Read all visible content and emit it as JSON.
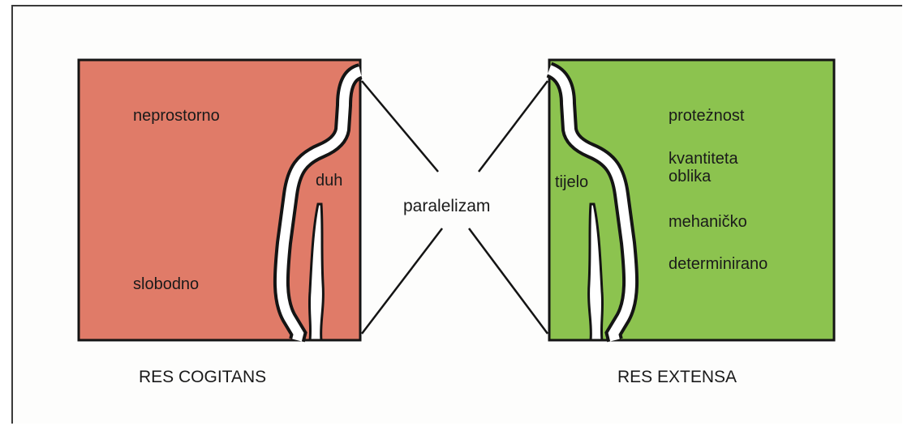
{
  "colors": {
    "left_panel": "#e07b68",
    "right_panel": "#8cc34f",
    "outline": "#141414",
    "background": "#fdfdfc"
  },
  "left": {
    "label_top": "neprostorno",
    "label_bottom": "slobodno",
    "body_label": "duh",
    "caption": "RES COGITANS"
  },
  "center": {
    "label": "paralelizam"
  },
  "right": {
    "body_label": "tijelo",
    "attributes": [
      "proteżnost",
      "kvantiteta",
      "oblika",
      "mehaničko",
      "determinirano"
    ],
    "caption": "RES EXTENSA"
  }
}
